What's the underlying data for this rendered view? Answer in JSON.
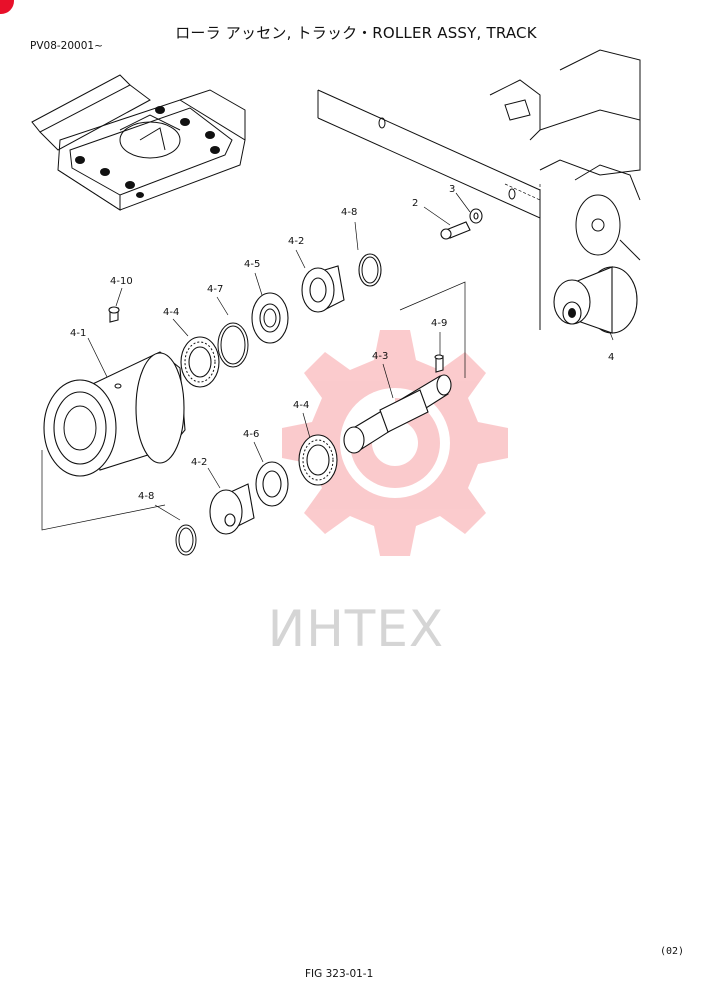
{
  "header": {
    "title": "ローラ アッセン, トラック・ROLLER ASSY, TRACK",
    "serial_range": "PV08-20001~"
  },
  "watermark": {
    "text": "ИНТЕХ",
    "color": "#f0444c"
  },
  "callouts": {
    "c2": "2",
    "c3": "3",
    "c4": "4",
    "c4_1": "4-1",
    "c4_2a": "4-2",
    "c4_2b": "4-2",
    "c4_3": "4-3",
    "c4_4a": "4-4",
    "c4_4b": "4-4",
    "c4_5": "4-5",
    "c4_6": "4-6",
    "c4_7": "4-7",
    "c4_8a": "4-8",
    "c4_8b": "4-8",
    "c4_9": "4-9",
    "c4_10": "4-10"
  },
  "footer": {
    "page": "(02)",
    "figure": "FIG 323-01-1"
  }
}
